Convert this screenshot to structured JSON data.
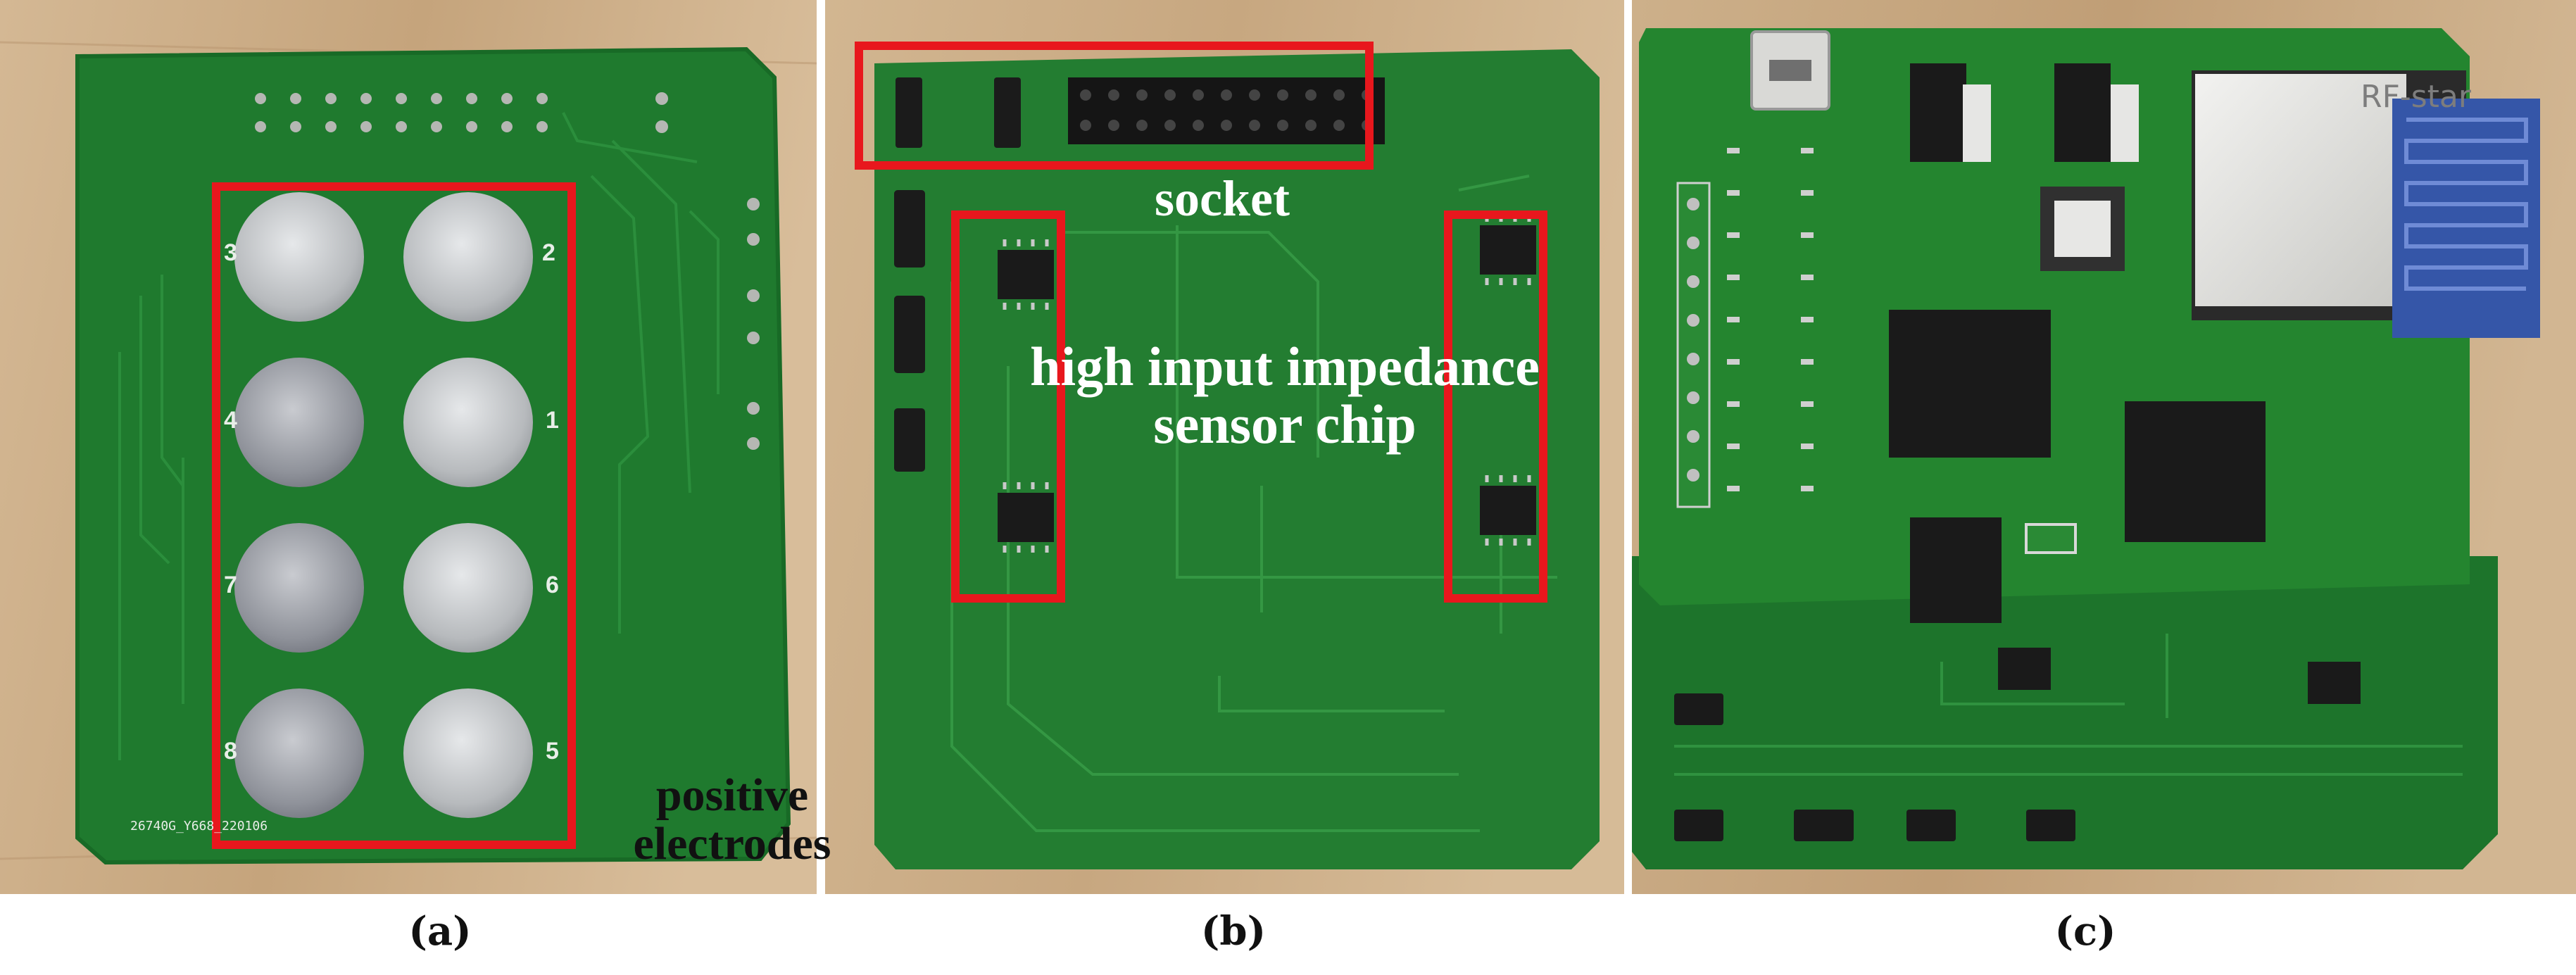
{
  "panels": [
    {
      "id": "a",
      "caption": "(a)"
    },
    {
      "id": "b",
      "caption": "(b)"
    },
    {
      "id": "c",
      "caption": "(c)"
    }
  ],
  "annotations": {
    "positive_electrodes": [
      "positive",
      "electrodes"
    ],
    "socket": "socket",
    "sensor_chip": [
      "high input impedance",
      "sensor chip"
    ]
  },
  "electrode_labels": [
    "3",
    "2",
    "4",
    "1",
    "7",
    "6",
    "8",
    "5"
  ],
  "board_a_silkscreen": "26740G_Y668_220106",
  "board_c_module_text": "RF-star",
  "colors": {
    "pcb_green": "#1f7a2e",
    "pcb_dark": "#155e22",
    "wood": "#c9ab86",
    "highlight_red": "#e8171d",
    "electrode_silver": "#bfc2c4"
  }
}
